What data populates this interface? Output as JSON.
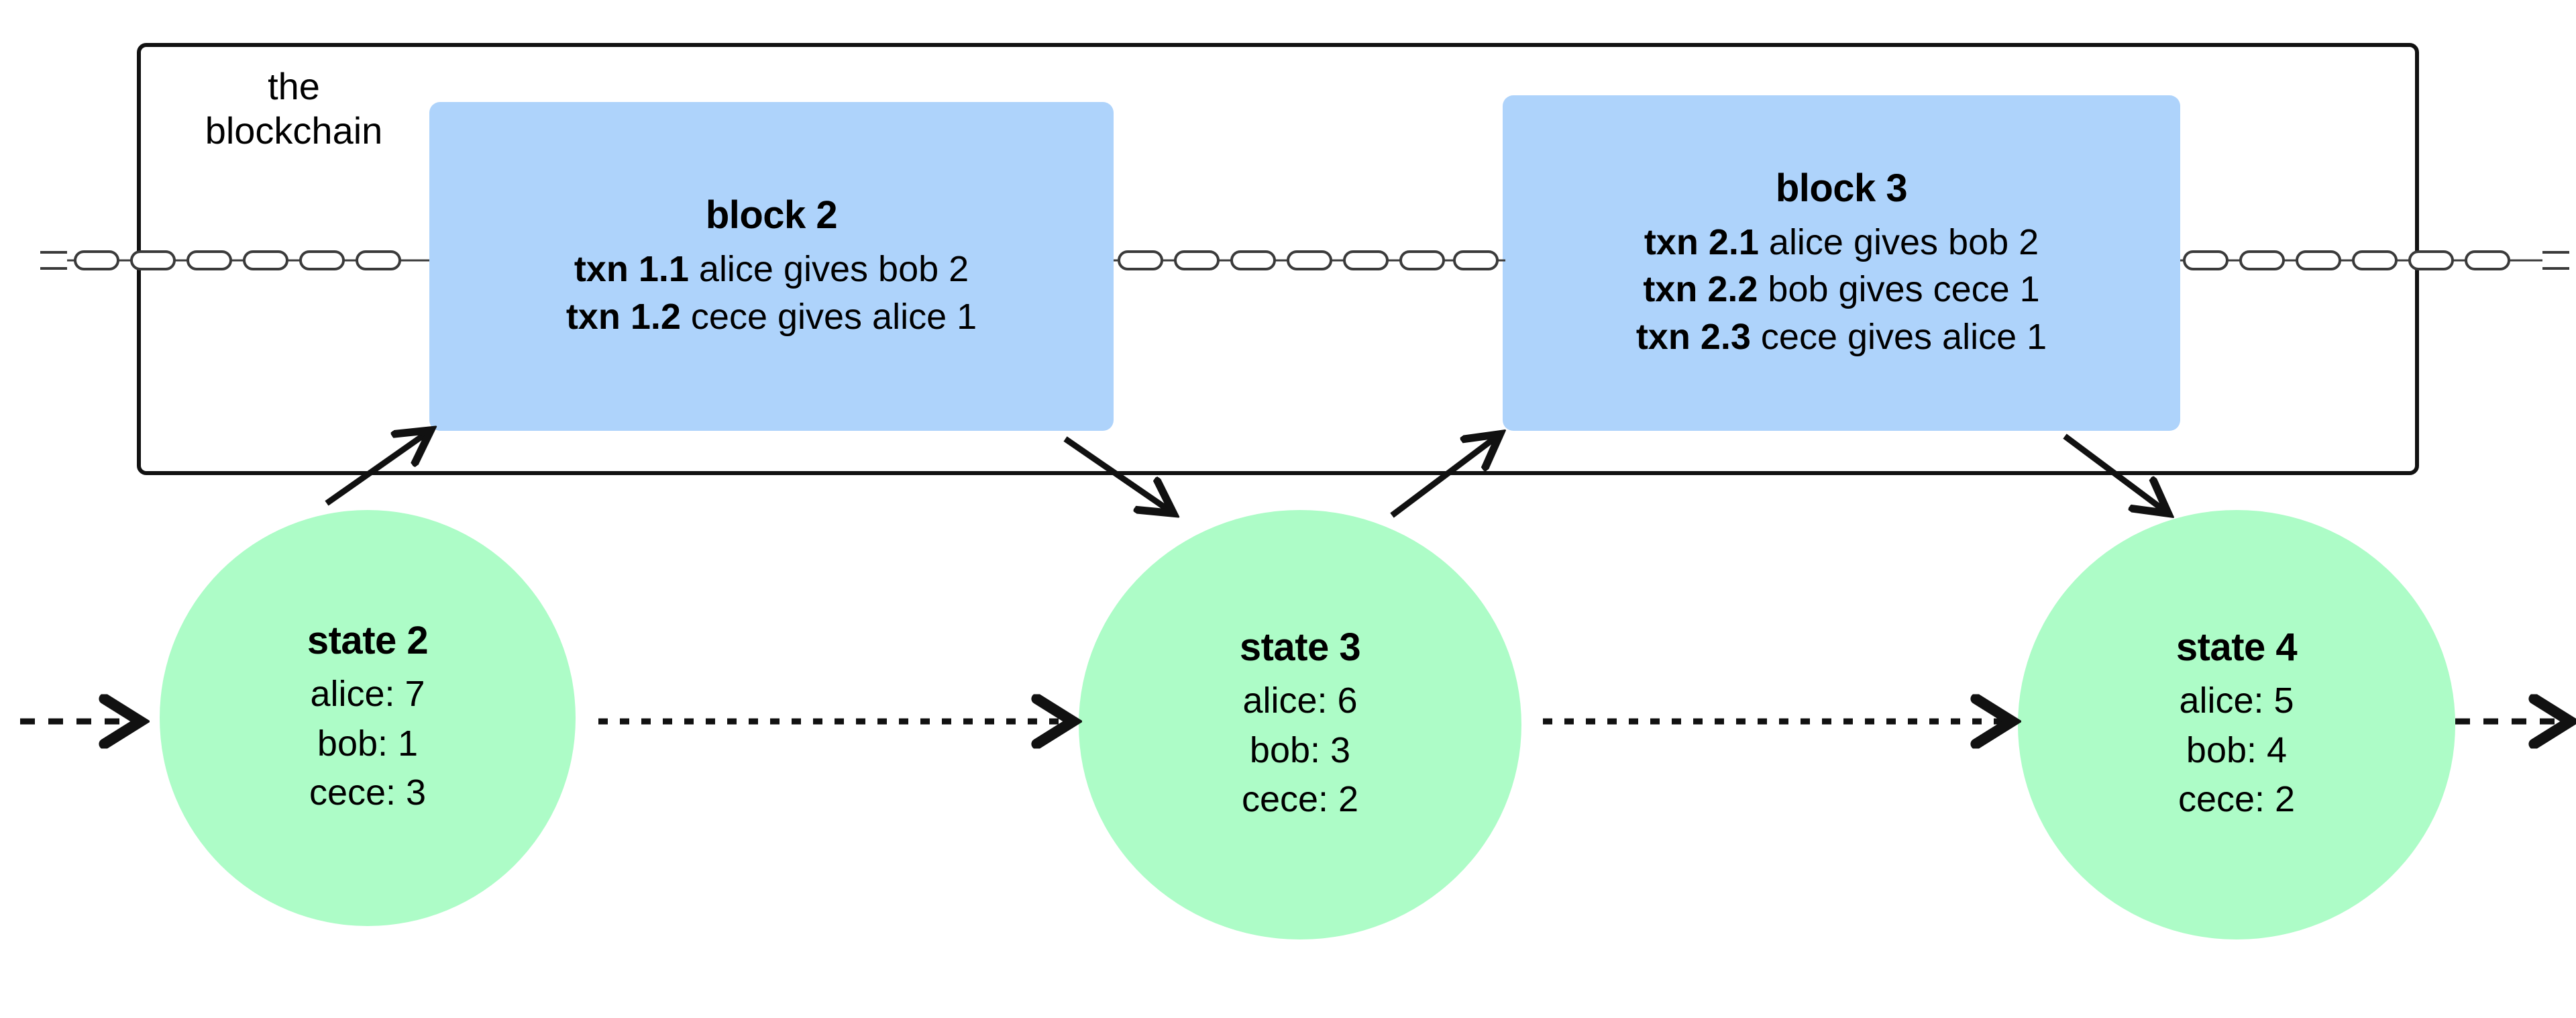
{
  "diagram": {
    "title_label": "the\nblockchain",
    "colors": {
      "block_fill": "#aed3fb",
      "state_fill": "#adfcc7",
      "stroke": "#111111",
      "background": "#ffffff"
    }
  },
  "blocks": [
    {
      "id": "block-2",
      "title": "block 2",
      "transactions": [
        {
          "id": "txn 1.1",
          "body": "alice gives bob 2"
        },
        {
          "id": "txn 1.2",
          "body": "cece gives alice 1"
        }
      ]
    },
    {
      "id": "block-3",
      "title": "block 3",
      "transactions": [
        {
          "id": "txn 2.1",
          "body": "alice gives bob 2"
        },
        {
          "id": "txn 2.2",
          "body": "bob gives cece 1"
        },
        {
          "id": "txn 2.3",
          "body": "cece gives alice 1"
        }
      ]
    }
  ],
  "states": [
    {
      "id": "state-2",
      "title": "state 2",
      "balances": [
        {
          "line": "alice: 7"
        },
        {
          "line": "bob: 1"
        },
        {
          "line": "cece: 3"
        }
      ]
    },
    {
      "id": "state-3",
      "title": "state 3",
      "balances": [
        {
          "line": "alice: 6"
        },
        {
          "line": "bob: 3"
        },
        {
          "line": "cece: 2"
        }
      ]
    },
    {
      "id": "state-4",
      "title": "state 4",
      "balances": [
        {
          "line": "alice: 5"
        },
        {
          "line": "bob: 4"
        },
        {
          "line": "cece: 2"
        }
      ]
    }
  ],
  "connectors": {
    "chain_links_icon": "chain-link-icon",
    "state_flow_icon": "dotted-arrow-icon",
    "block_to_state_icon": "solid-arrow-icon"
  }
}
